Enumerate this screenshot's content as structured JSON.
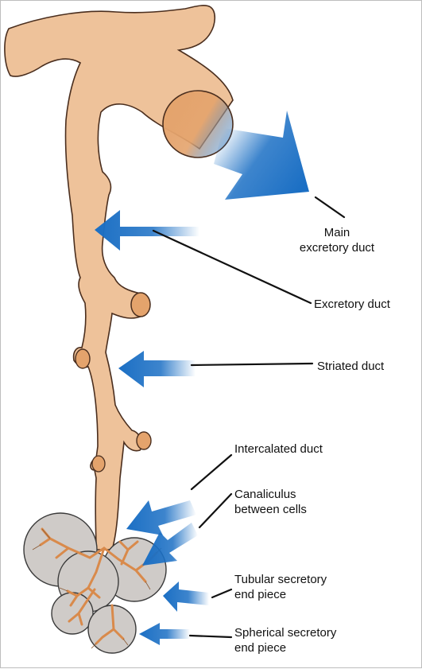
{
  "colors": {
    "duct_fill": "#EEC29A",
    "duct_outline": "#4A2E1E",
    "duct_cut_end": "#E4A36C",
    "secretory_fill": "#CFCBC8",
    "arrow_blue": "#1B6FC4",
    "text": "#111111"
  },
  "labels": {
    "main_excretory_duct": "Main\nexcretory duct",
    "excretory_duct": "Excretory duct",
    "striated_duct": "Striated duct",
    "intercalated_duct": "Intercalated duct",
    "canaliculus": "Canaliculus\nbetween cells",
    "tubular_secretory_end_piece": "Tubular secretory\nend piece",
    "spherical_secretory_end_piece": "Spherical secretory\nend piece"
  }
}
